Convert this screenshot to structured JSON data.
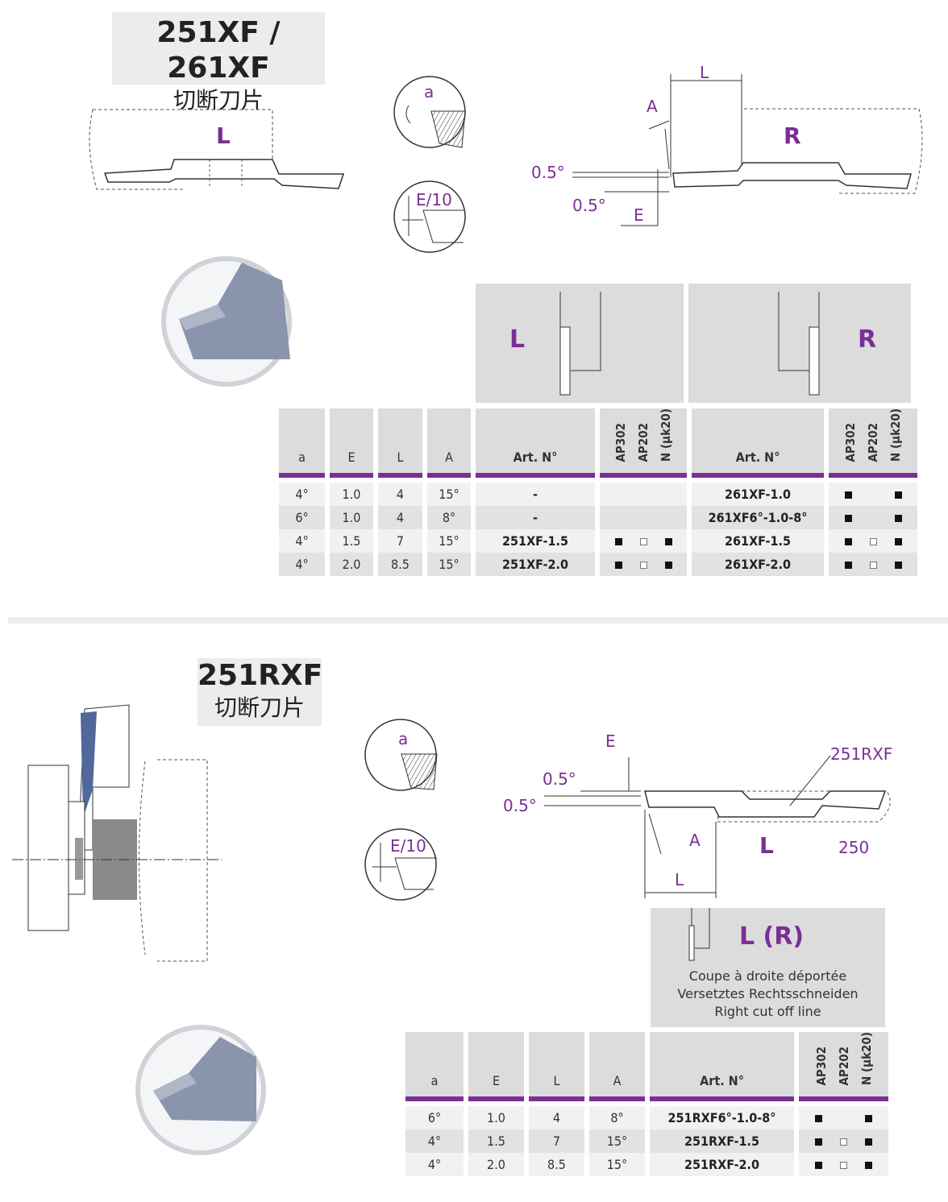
{
  "section1": {
    "title": "251XF / 261XF",
    "subtitle": "切断刀片",
    "drawing_labels": {
      "left_hand": "L",
      "right_hand": "R",
      "a": "a",
      "e10": "E/10",
      "L": "L",
      "A": "A",
      "E": "E",
      "angle1": "0.5°",
      "angle2": "0.5°"
    },
    "header_L": "L",
    "header_R": "R",
    "columns": [
      "a",
      "E",
      "L",
      "A",
      "Art. N°",
      "AP302",
      "AP202",
      "N (µk20)",
      "Art. N°",
      "AP302",
      "AP202",
      "N (µk20)"
    ],
    "rows": [
      {
        "a": "4°",
        "E": "1.0",
        "L": "4",
        "A": "15°",
        "art_l": "-",
        "l_grades": [
          "",
          "",
          ""
        ],
        "art_r": "261XF-1.0",
        "r_grades": [
          "filled",
          "",
          "filled"
        ]
      },
      {
        "a": "6°",
        "E": "1.0",
        "L": "4",
        "A": "8°",
        "art_l": "-",
        "l_grades": [
          "",
          "",
          ""
        ],
        "art_r": "261XF6°-1.0-8°",
        "r_grades": [
          "filled",
          "",
          "filled"
        ]
      },
      {
        "a": "4°",
        "E": "1.5",
        "L": "7",
        "A": "15°",
        "art_l": "251XF-1.5",
        "l_grades": [
          "filled",
          "open",
          "filled"
        ],
        "art_r": "261XF-1.5",
        "r_grades": [
          "filled",
          "open",
          "filled"
        ]
      },
      {
        "a": "4°",
        "E": "2.0",
        "L": "8.5",
        "A": "15°",
        "art_l": "251XF-2.0",
        "l_grades": [
          "filled",
          "open",
          "filled"
        ],
        "art_r": "261XF-2.0",
        "r_grades": [
          "filled",
          "open",
          "filled"
        ]
      }
    ]
  },
  "section2": {
    "title": "251RXF",
    "subtitle": "切断刀片",
    "drawing_labels": {
      "a": "a",
      "e10": "E/10",
      "E": "E",
      "angle1": "0.5°",
      "angle2": "0.5°",
      "A": "A",
      "L": "L",
      "L_hand": "L",
      "part": "251RXF",
      "len": "250"
    },
    "header": "L (R)",
    "desc": [
      "Coupe à droite déportée",
      "Versetztes Rechtsschneiden",
      "Right cut off line"
    ],
    "columns": [
      "a",
      "E",
      "L",
      "A",
      "Art. N°",
      "AP302",
      "AP202",
      "N (µk20)"
    ],
    "rows": [
      {
        "a": "6°",
        "E": "1.0",
        "L": "4",
        "A": "8°",
        "art": "251RXF6°-1.0-8°",
        "grades": [
          "filled",
          "",
          "filled"
        ]
      },
      {
        "a": "4°",
        "E": "1.5",
        "L": "7",
        "A": "15°",
        "art": "251RXF-1.5",
        "grades": [
          "filled",
          "open",
          "filled"
        ]
      },
      {
        "a": "4°",
        "E": "2.0",
        "L": "8.5",
        "A": "15°",
        "art": "251RXF-2.0",
        "grades": [
          "filled",
          "open",
          "filled"
        ]
      }
    ]
  }
}
